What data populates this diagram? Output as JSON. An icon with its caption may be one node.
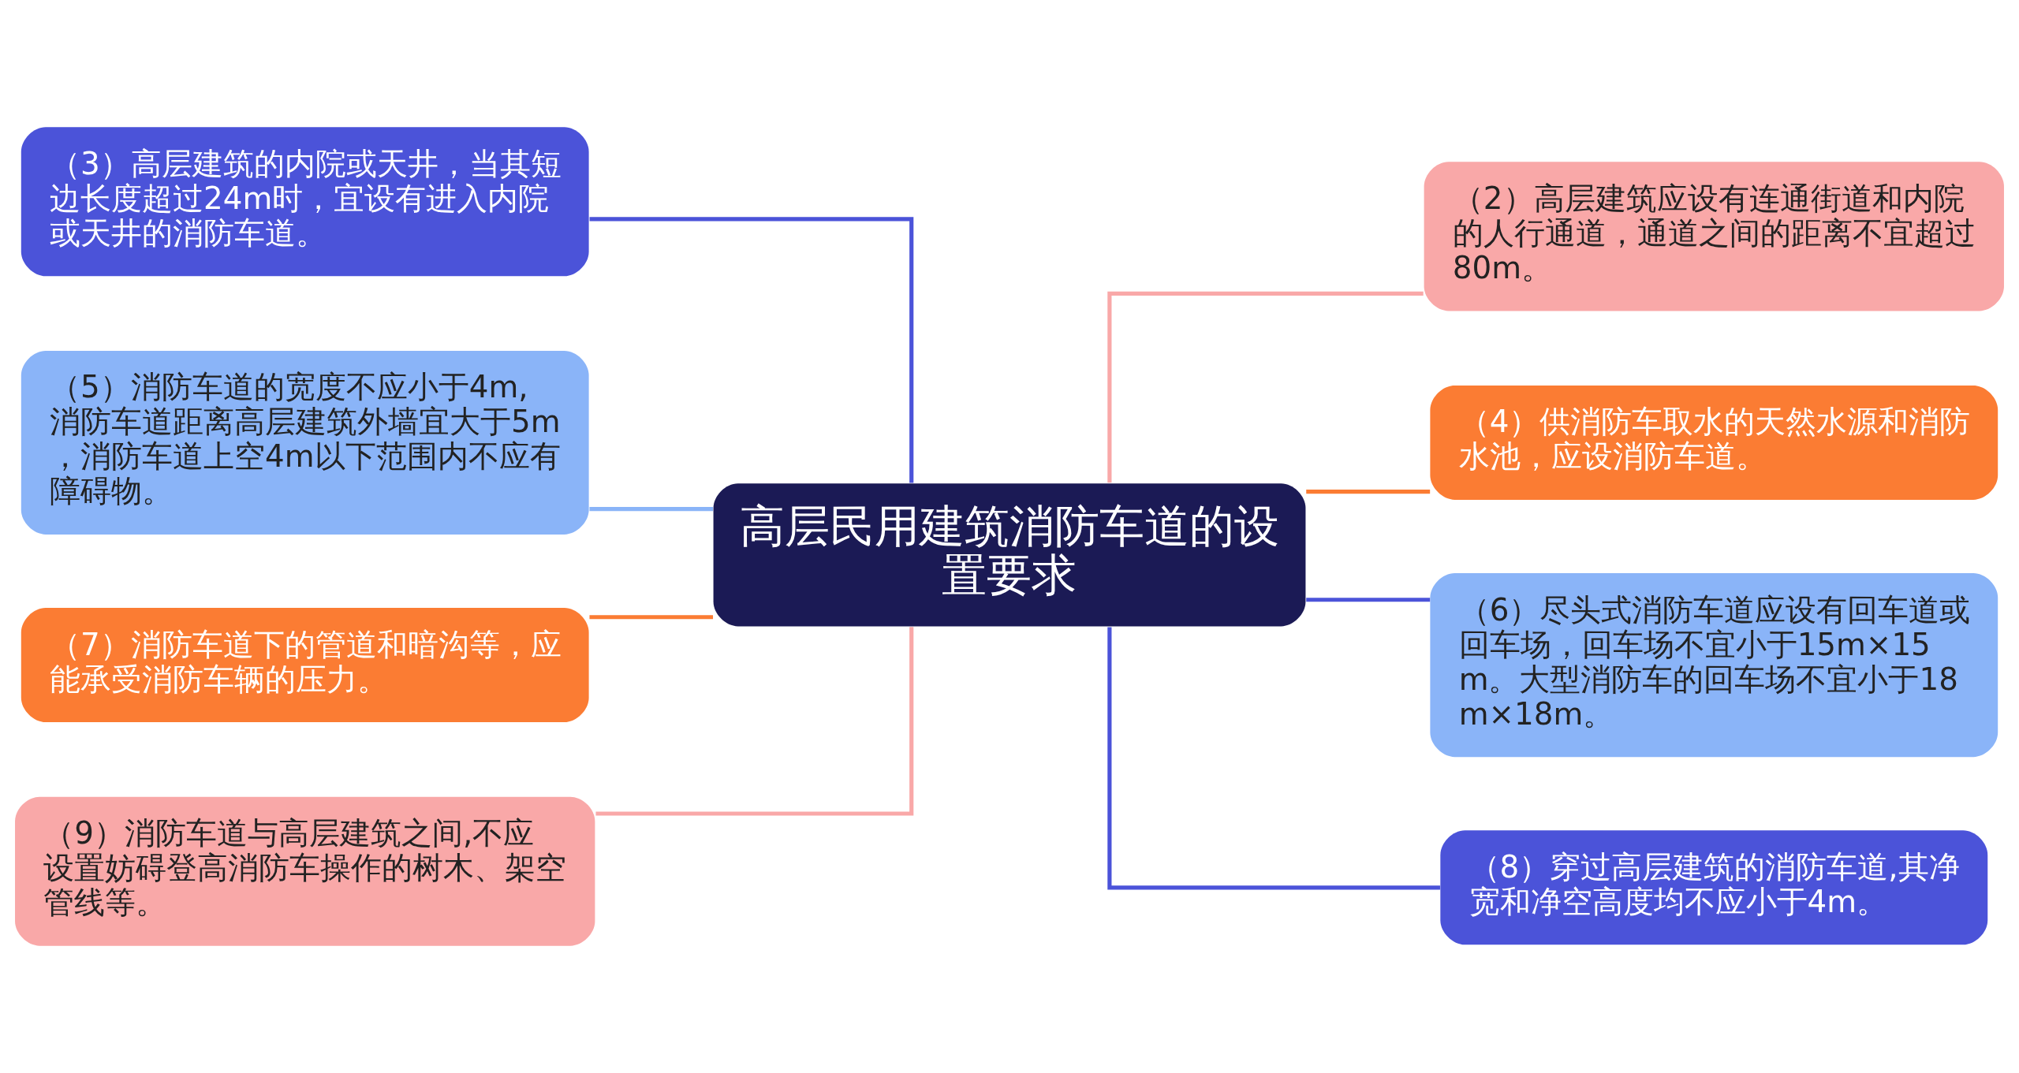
{
  "diagram": {
    "nodes": [
      {
        "text": [
          "高层民用建筑消防车道的设置要求"
        ]
      },
      {
        "text": [
          "（3）高层建筑的内院或天井，当其短边长度超过24m时，宜设有进入内院或天井的消防车道。"
        ]
      },
      {
        "text": [
          "（5）消防车道的宽度不应小于4m,消防车道距离高层建筑外墙宜大于5m，消防车道上空4m以下范围内不应有障碍物。"
        ]
      },
      {
        "text": [
          "（7）消防车道下的管道和暗沟等，应能承受消防车辆的压力。"
        ]
      },
      {
        "text": [
          "（9）消防车道与高层建筑之间,不应设置妨碍登高消防车操作的树木、架空管线等。"
        ]
      },
      {
        "text": [
          "（2）高层建筑应设有连通街道和内院的人行通道，通道之间的距离不宜超过80m。"
        ]
      },
      {
        "text": [
          "（4）供消防车取水的天然水源和消防水池，应设消防车道。"
        ]
      },
      {
        "text": [
          "（6）尽头式消防车道应设有回车道或回车场，回车场不宜小于15m×15m。大型消防车的回车场不宜小于18m×18m。"
        ]
      },
      {
        "text": [
          "（8）穿过高层建筑的消防车道,其净宽和净空高度均不应小于4m。"
        ]
      }
    ],
    "edges": [
      {
        "from": 0,
        "to": 1,
        "arrow": "none",
        "color": "#4b53d9"
      },
      {
        "from": 0,
        "to": 2,
        "arrow": "none",
        "color": "#8ab4f8"
      },
      {
        "from": 0,
        "to": 3,
        "arrow": "none",
        "color": "#fb7c33"
      },
      {
        "from": 0,
        "to": 4,
        "arrow": "none",
        "color": "#f9a8a8"
      },
      {
        "from": 0,
        "to": 5,
        "arrow": "none",
        "color": "#f9a8a8"
      },
      {
        "from": 0,
        "to": 6,
        "arrow": "none",
        "color": "#fb7c33"
      },
      {
        "from": 0,
        "to": 7,
        "arrow": "none",
        "color": "#4b53d9"
      },
      {
        "from": 0,
        "to": 8,
        "arrow": "none",
        "color": "#4b53d9"
      }
    ]
  }
}
